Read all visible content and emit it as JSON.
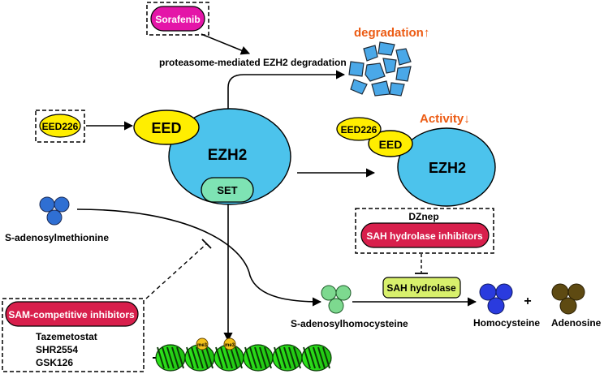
{
  "drugs": {
    "sorafenib": "Sorafenib",
    "eed226_left": "EED226",
    "eed226_right": "EED226",
    "sah_hydrolase_inhibitors": "SAH hydrolase inhibitors",
    "dznep": "DZnep",
    "sam_competitive_inhibitors": "SAM-competitive inhibitors",
    "sam_inhibitor_list": [
      "Tazemetostat",
      "SHR2554",
      "GSK126"
    ]
  },
  "proteins": {
    "eed_left": "EED",
    "ezh2_left": "EZH2",
    "set": "SET",
    "eed_right": "EED",
    "ezh2_right": "EZH2",
    "sah_hydrolase": "SAH hydrolase"
  },
  "labels": {
    "proteasome": "proteasome-mediated EZH2 degradation",
    "degradation": "degradation",
    "degradation_arrow": "↑",
    "activity": "Activity",
    "activity_arrow": "↓",
    "sam": "S-adenosylmethionine",
    "sah": "S-adenosylhomocysteine",
    "homocysteine": "Homocysteine",
    "plus": "+",
    "adenosine": "Adenosine",
    "me3": "me3"
  },
  "colors": {
    "magenta": "#e415a8",
    "yellow": "#ffee00",
    "cyan": "#4cc3ec",
    "set_green": "#7ee3b4",
    "crimson": "#d81f4c",
    "lime": "#d8f06c",
    "orange": "#ec5b13",
    "sam_blue": "#2f6fd3",
    "sah_green": "#7dd98f",
    "hcy_blue": "#2a3bde",
    "ado_brown": "#5e4a12",
    "nucleosome": "#2ee81c",
    "fragment": "#4aa8e8"
  }
}
